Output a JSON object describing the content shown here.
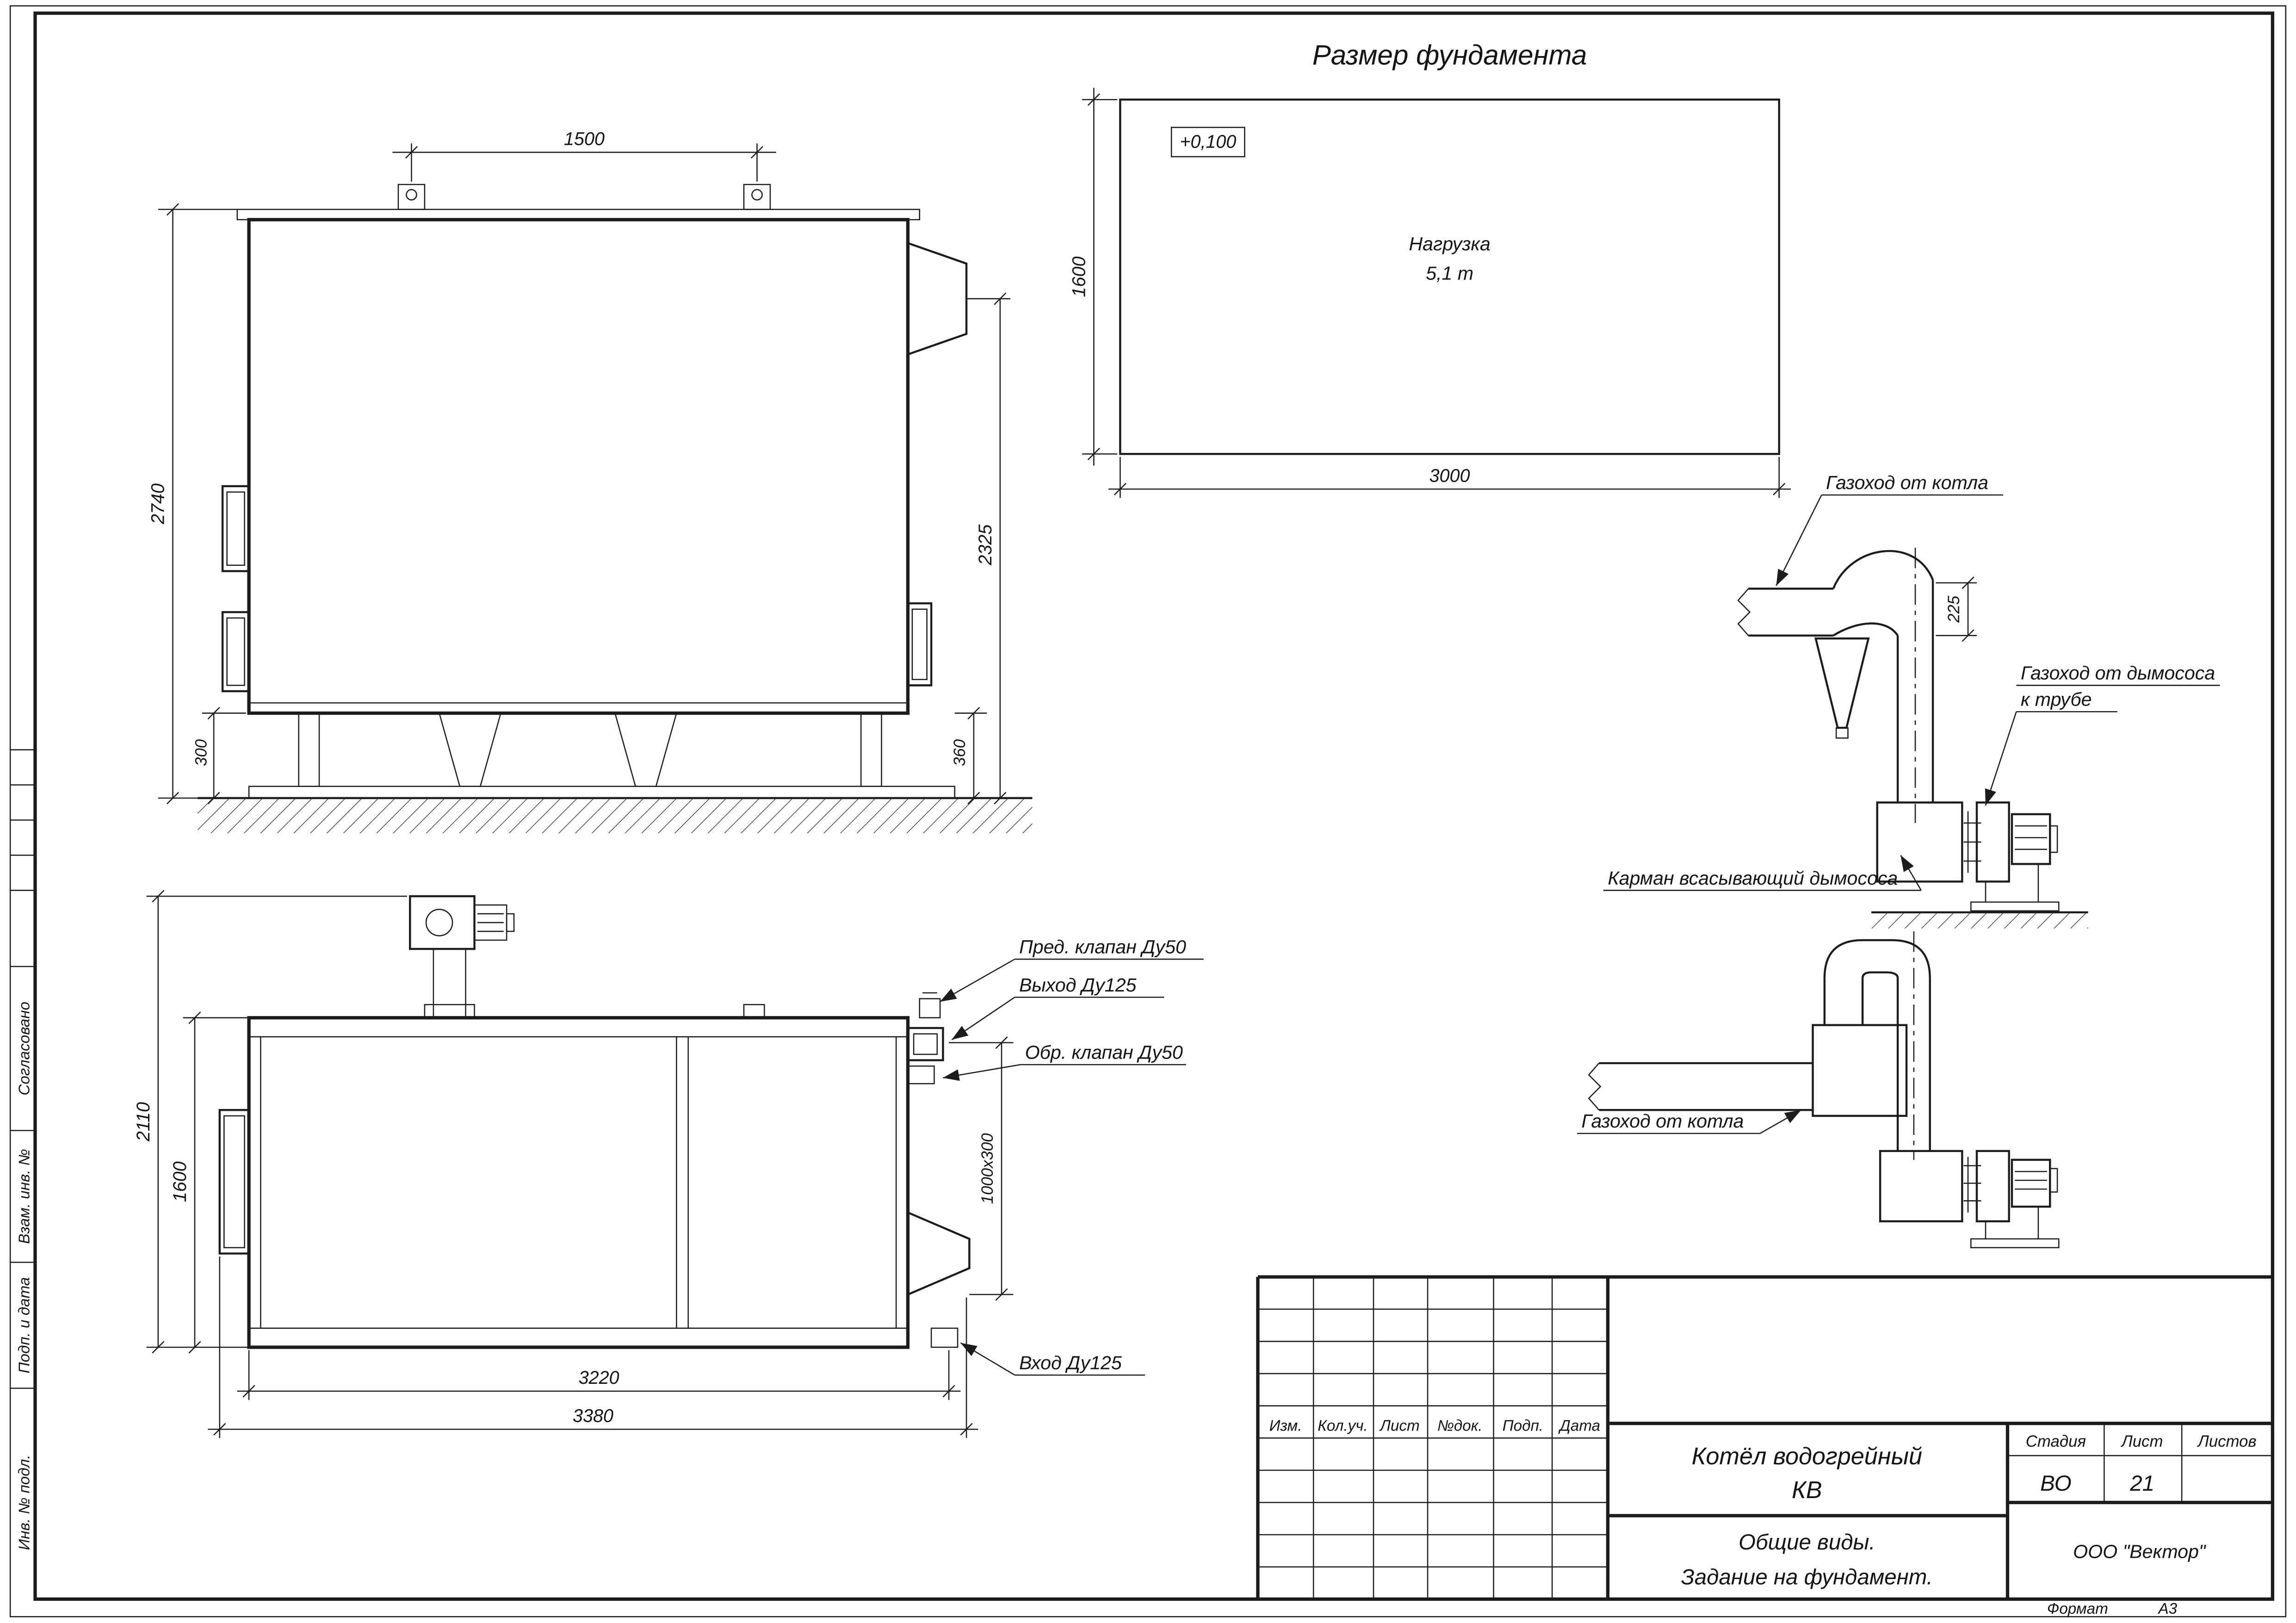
{
  "colors": {
    "line": "#1c1c1c",
    "paper": "#ffffff"
  },
  "foundation": {
    "title": "Размер фундамента",
    "elevation": "+0,100",
    "load_line1": "Нагрузка",
    "load_line2": "5,1 т",
    "dim_width": "3000",
    "dim_depth": "1600"
  },
  "side_view": {
    "dim_lug_spacing": "1500",
    "dim_height": "2740",
    "dim_flue_height": "2325",
    "dim_base_left": "300",
    "dim_base_right": "360"
  },
  "plan_view": {
    "dim_overall_width": "2110",
    "dim_body_width": "1600",
    "dim_body_length": "3220",
    "dim_overall_length": "3380",
    "dim_outlet_size": "1000х300",
    "callout_safety_valve": "Пред. клапан Ду50",
    "callout_outlet": "Выход Ду125",
    "callout_check_valve": "Обр. клапан Ду50",
    "callout_inlet": "Вход Ду125"
  },
  "flue_upper": {
    "label_from_boiler": "Газоход от котла",
    "dim_offset": "225",
    "label_to_stack_line1": "Газоход от дымососа",
    "label_to_stack_line2": "к трубе",
    "label_pocket": "Карман всасывающий дымососа"
  },
  "flue_lower": {
    "label_from_boiler": "Газоход от котла"
  },
  "title_block": {
    "col_izm": "Изм.",
    "col_koluch": "Кол.уч.",
    "col_list": "Лист",
    "col_ndok": "№док.",
    "col_podp": "Подп.",
    "col_data": "Дата",
    "product_line1": "Котёл водогрейный",
    "product_line2": "КВ",
    "stage_label": "Стадия",
    "sheet_label": "Лист",
    "sheets_label": "Листов",
    "stage_value": "ВО",
    "sheet_value": "21",
    "doc_line1": "Общие виды.",
    "doc_line2": "Задание на фундамент.",
    "company": "ООО \"Вектор\"",
    "format_label": "Формат",
    "format_value": "А3"
  },
  "margin_column": {
    "agreed": "Согласовано",
    "replace_inv": "Взам. инв. №",
    "sign_date": "Подп. и дата",
    "orig_inv": "Инв. № подл."
  }
}
